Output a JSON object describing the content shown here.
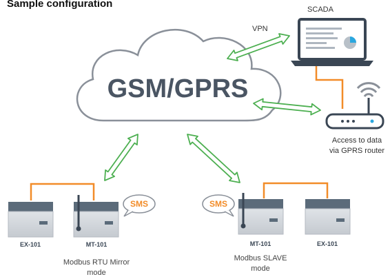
{
  "header": {
    "title": "Sample configuration"
  },
  "cloud": {
    "label": "GSM/GPRS"
  },
  "links": {
    "vpn_label": "VPN"
  },
  "scada": {
    "label": "SCADA"
  },
  "router": {
    "caption_line1": "Access to data",
    "caption_line2": "via GPRS router"
  },
  "left_group": {
    "device1_label": "EX-101",
    "device2_label": "MT-101",
    "sms_label": "SMS",
    "mode_line1": "Modbus RTU Mirror",
    "mode_line2": "mode"
  },
  "right_group": {
    "device1_label": "MT-101",
    "device2_label": "EX-101",
    "sms_label": "SMS",
    "mode_line1": "Modbus SLAVE",
    "mode_line2": "mode"
  },
  "colors": {
    "accent_orange": "#f28c28",
    "arrow_green": "#4caf50",
    "device_gray": "#c8cdd3",
    "dark_text": "#3a4654",
    "wifi_blue": "#2aa7df"
  }
}
